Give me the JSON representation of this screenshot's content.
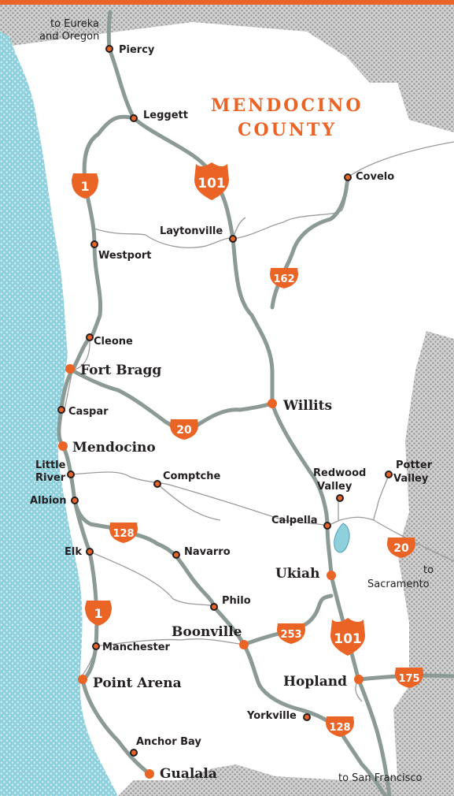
{
  "title": {
    "line1": "MENDOCINO",
    "line2": "COUNTY"
  },
  "colors": {
    "accent": "#ea6426",
    "ocean": "#8fd0dd",
    "outside_hatch": "#9b9b9b",
    "major_road": "#8c9a95",
    "minor_road": "#9a9a9a",
    "text": "#231f20"
  },
  "towns": {
    "piercy": "Piercy",
    "leggett": "Leggett",
    "covelo": "Covelo",
    "laytonville": "Laytonville",
    "westport": "Westport",
    "cleone": "Cleone",
    "caspar": "Caspar",
    "comptche": "Comptche",
    "little_river_1": "Little",
    "little_river_2": "River",
    "albion": "Albion",
    "redwood_valley_1": "Redwood",
    "redwood_valley_2": "Valley",
    "potter_valley_1": "Potter",
    "potter_valley_2": "Valley",
    "calpella": "Calpella",
    "elk": "Elk",
    "navarro": "Navarro",
    "philo": "Philo",
    "manchester": "Manchester",
    "yorkville": "Yorkville",
    "anchor_bay": "Anchor Bay"
  },
  "cities": {
    "fort_bragg": "Fort Bragg",
    "willits": "Willits",
    "mendocino": "Mendocino",
    "ukiah": "Ukiah",
    "boonville": "Boonville",
    "point_arena": "Point Arena",
    "hopland": "Hopland",
    "gualala": "Gualala"
  },
  "notes": {
    "eureka_1": "to Eureka",
    "eureka_2": "and Oregon",
    "sacramento_1": "to",
    "sacramento_2": "Sacramento",
    "san_francisco": "to San Francisco"
  },
  "shields": {
    "hwy1_north": "1",
    "us101_north": "101",
    "hwy162": "162",
    "hwy20_west": "20",
    "hwy20_east": "20",
    "hwy128_west": "128",
    "hwy1_south": "1",
    "hwy253": "253",
    "us101_south": "101",
    "hwy175": "175",
    "hwy128_south": "128"
  }
}
